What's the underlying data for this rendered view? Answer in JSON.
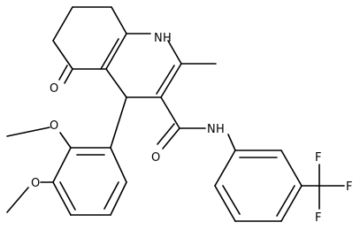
{
  "molecule": {
    "atom_labels": {
      "n_ring": "N",
      "h_ring": "H",
      "o_ketone": "O",
      "o_amide": "O",
      "n_amide": "N",
      "h_amide": "H",
      "o_methoxy_top": "O",
      "o_methoxy_bottom": "O",
      "f_top": "F",
      "f_right": "F",
      "f_bottom": "F"
    }
  },
  "colors": {
    "bond": "#000000",
    "label": "#000000",
    "background": "#ffffff"
  }
}
